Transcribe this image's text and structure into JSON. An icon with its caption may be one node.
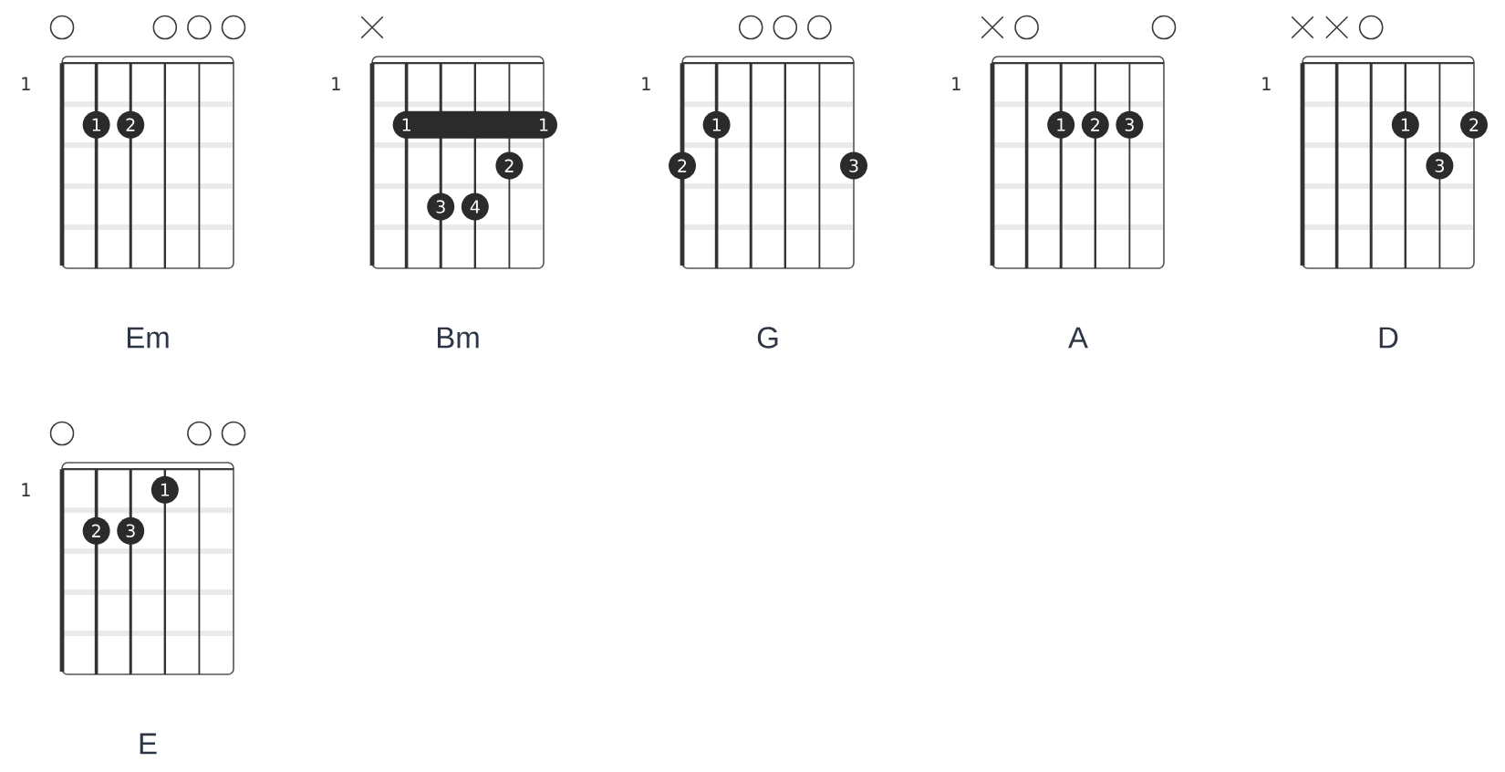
{
  "diagram": {
    "nodes": [
      {
        "text": [],
        "shape": "circle"
      },
      {
        "text": [],
        "shape": "circle"
      },
      {
        "text": [],
        "shape": "circle"
      },
      {
        "text": [],
        "shape": "circle"
      },
      {
        "text": [
          "Em"
        ],
        "beside": [
          "1"
        ]
      },
      {
        "text": [
          "1"
        ],
        "in": 4
      },
      {
        "text": [
          "2"
        ],
        "in": 4
      },
      {
        "text": [],
        "shape": "cross"
      },
      {
        "text": [
          "Bm"
        ],
        "beside": [
          "1"
        ]
      },
      {
        "text": [
          "1",
          "1"
        ],
        "in": 8
      },
      {
        "text": [
          "2"
        ],
        "in": 8
      },
      {
        "text": [
          "3"
        ],
        "in": 8
      },
      {
        "text": [
          "4"
        ],
        "in": 8
      },
      {
        "text": [],
        "shape": "circle"
      },
      {
        "text": [],
        "shape": "circle"
      },
      {
        "text": [],
        "shape": "circle"
      },
      {
        "text": [
          "G"
        ],
        "beside": [
          "1"
        ]
      },
      {
        "text": [
          "1"
        ],
        "in": 16
      },
      {
        "text": [
          "2"
        ],
        "in": 16
      },
      {
        "text": [
          "3"
        ],
        "in": 16
      },
      {
        "text": [],
        "shape": "cross"
      },
      {
        "text": [],
        "shape": "circle"
      },
      {
        "text": [],
        "shape": "circle"
      },
      {
        "text": [
          "A"
        ],
        "beside": [
          "1"
        ]
      },
      {
        "text": [
          "1"
        ],
        "in": 23
      },
      {
        "text": [
          "2"
        ],
        "in": 23
      },
      {
        "text": [
          "3"
        ],
        "in": 23
      },
      {
        "text": [],
        "shape": "cross"
      },
      {
        "text": [],
        "shape": "cross"
      },
      {
        "text": [],
        "shape": "circle"
      },
      {
        "text": [
          "D"
        ],
        "beside": [
          "1"
        ]
      },
      {
        "text": [
          "1"
        ],
        "in": 30
      },
      {
        "text": [
          "2"
        ],
        "in": 30
      },
      {
        "text": [
          "3"
        ],
        "in": 30
      },
      {
        "text": [],
        "shape": "circle"
      },
      {
        "text": [],
        "shape": "circle"
      },
      {
        "text": [],
        "shape": "circle"
      },
      {
        "text": [
          "E"
        ],
        "beside": [
          "1"
        ]
      },
      {
        "text": [
          "1"
        ],
        "in": 37
      },
      {
        "text": [
          "2"
        ],
        "in": 37
      },
      {
        "text": [
          "3"
        ],
        "in": 37
      }
    ]
  }
}
